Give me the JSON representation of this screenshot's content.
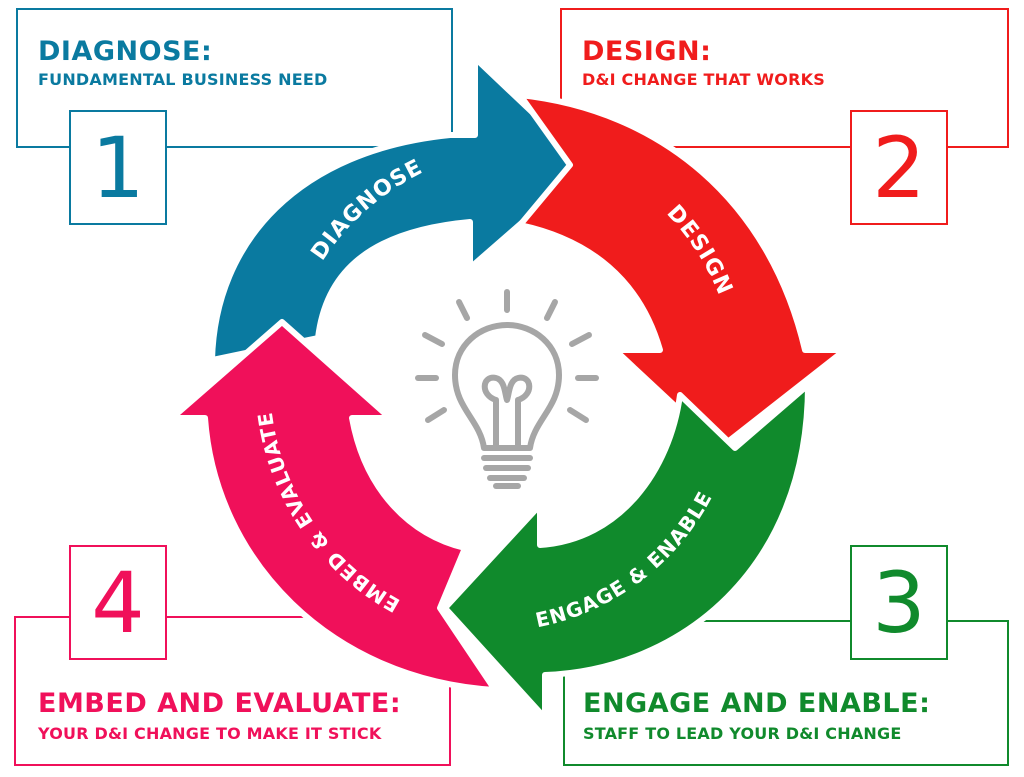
{
  "steps": [
    {
      "number": "1",
      "title": "DIAGNOSE:",
      "subtitle": "FUNDAMENTAL BUSINESS NEED",
      "arrow_label": "DIAGNOSE",
      "color": "#0a7aa0"
    },
    {
      "number": "2",
      "title": "DESIGN:",
      "subtitle": "D&I CHANGE THAT WORKS",
      "arrow_label": "DESIGN",
      "color": "#f01c1c"
    },
    {
      "number": "3",
      "title": "ENGAGE AND ENABLE:",
      "subtitle": "STAFF TO LEAD YOUR D&I CHANGE",
      "arrow_label": "ENGAGE & ENABLE",
      "color": "#108a2c"
    },
    {
      "number": "4",
      "title": "EMBED AND EVALUATE:",
      "subtitle": "YOUR D&I CHANGE TO MAKE IT STICK",
      "arrow_label": "EMBED & EVALUATE",
      "color": "#f0105a"
    }
  ],
  "center_icon": "lightbulb-icon",
  "icon_color": "#a6a6a6"
}
